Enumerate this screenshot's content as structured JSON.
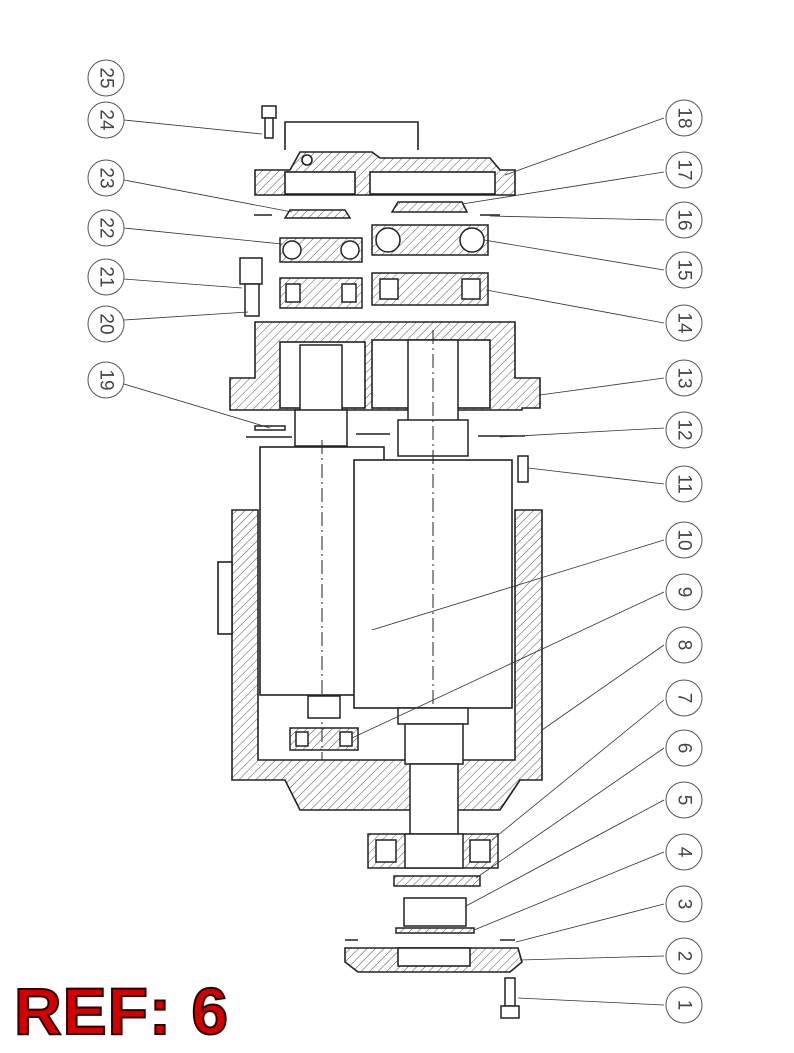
{
  "reference_label": "REF: 6",
  "colors": {
    "ink": "#222222",
    "hatch": "#555555",
    "ref_text": "#d20000"
  },
  "left_callouts": [
    "25",
    "24",
    "23",
    "22",
    "21",
    "20",
    "19"
  ],
  "right_callouts": [
    "18",
    "17",
    "16",
    "15",
    "14",
    "13",
    "12",
    "11",
    "10",
    "9",
    "8",
    "7",
    "6",
    "5",
    "4",
    "3",
    "2",
    "1"
  ]
}
